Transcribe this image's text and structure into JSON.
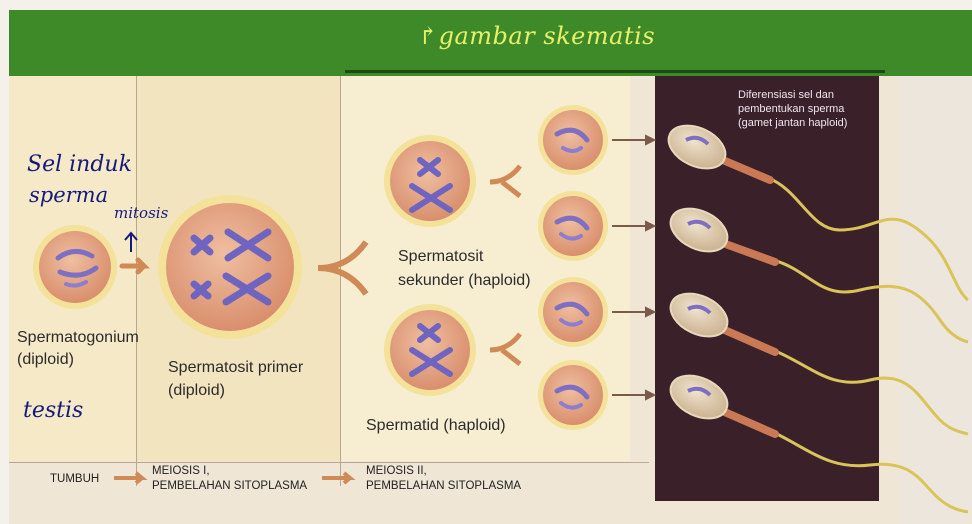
{
  "banner": {
    "title": "↱gambar skematis"
  },
  "diagram": {
    "labels": {
      "spermatogonium": "Spermatogonium",
      "spermatogonium_ploidy": "(diploid)",
      "spermatosit_primer": "Spermatosit primer",
      "spermatosit_primer_ploidy": "(diploid)",
      "spermatosit_sekunder": "Spermatosit",
      "spermatosit_sekunder_2": "sekunder (haploid)",
      "spermatid": "Spermatid (haploid)",
      "diferensiasi": "Diferensiasi sel dan pembentukan sperma (gamet jantan haploid)"
    },
    "stages": {
      "tumbuh": "TUMBUH",
      "meiosis1_a": "MEIOSIS I,",
      "meiosis1_b": "PEMBELAHAN SITOPLASMA",
      "meiosis2_a": "MEIOSIS II,",
      "meiosis2_b": "PEMBELAHAN SITOPLASMA"
    }
  },
  "annotations": {
    "sel_induk_1": "Sel induk",
    "sel_induk_2": "sperma",
    "mitosis": "mitosis",
    "testis": "testis"
  },
  "colors": {
    "banner": "#3f8a28",
    "banner_text": "#e6f06a",
    "cell_fill": "#e3a585",
    "cell_rim": "#f6e7a8",
    "chromosome": "#7e6fc3",
    "arrow": "#d08a57",
    "dark_panel": "#3a2029",
    "ink": "#131a7a"
  }
}
